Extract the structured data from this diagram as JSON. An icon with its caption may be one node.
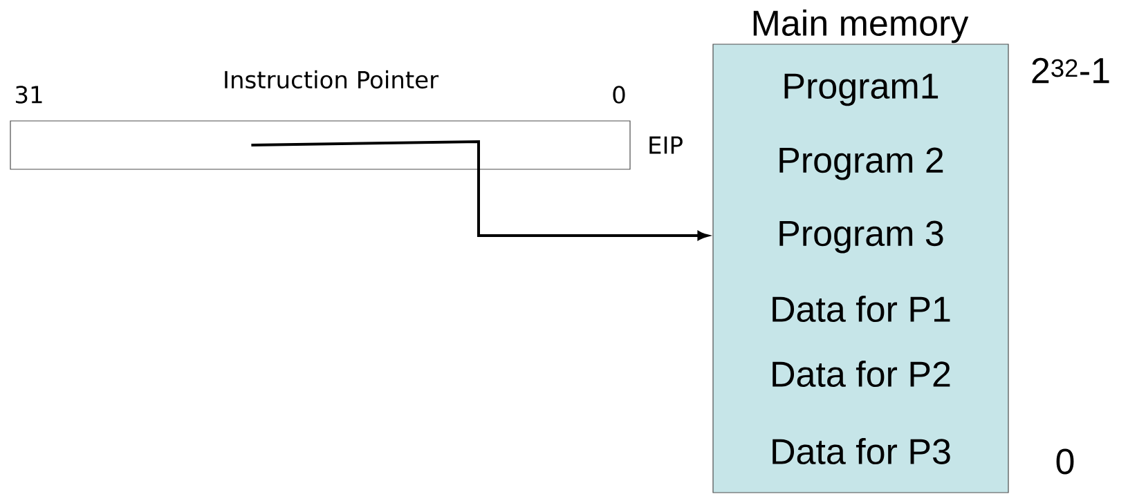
{
  "diagram": {
    "nodes": [
      {
        "text": [
          "Instruction Pointer"
        ],
        "beside": [
          "EIP"
        ]
      },
      {
        "text": [
          "Main memory",
          "Program1",
          "Program 2",
          "Program 3",
          "Data for P1",
          "Data for P2",
          "Data for P3"
        ],
        "beside": [
          "2$^{32}$-1",
          "0"
        ]
      }
    ],
    "edges": [
      {
        "from": 0,
        "to": 1,
        "arrow": "to"
      }
    ],
    "labels": [
      "31",
      "0"
    ]
  }
}
